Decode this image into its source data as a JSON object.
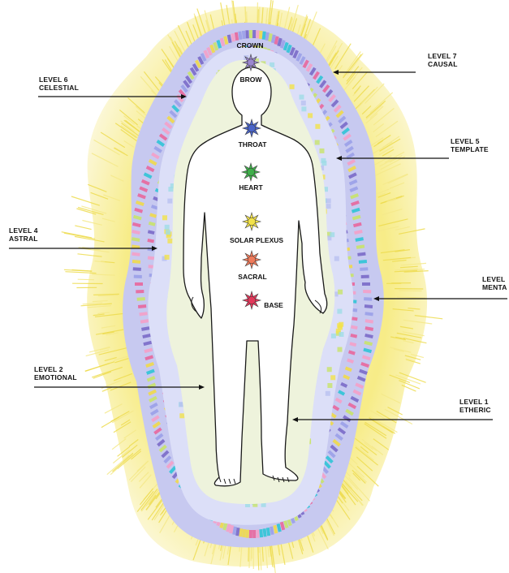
{
  "levels": [
    {
      "id": "level-7",
      "line1": "LEVEL 7",
      "line2": "CAUSAL"
    },
    {
      "id": "level-6",
      "line1": "LEVEL 6",
      "line2": "CELESTIAL"
    },
    {
      "id": "level-5",
      "line1": "LEVEL 5",
      "line2": "TEMPLATE"
    },
    {
      "id": "level-4",
      "line1": "LEVEL 4",
      "line2": "ASTRAL"
    },
    {
      "id": "level-3",
      "line1": "LEVEL",
      "line2": "MENTA"
    },
    {
      "id": "level-2",
      "line1": "LEVEL 2",
      "line2": "EMOTIONAL"
    },
    {
      "id": "level-1",
      "line1": "LEVEL 1",
      "line2": "ETHERIC"
    }
  ],
  "chakras": [
    {
      "id": "crown",
      "label": "CROWN",
      "color": "#9b87cf",
      "icon": "crown-star-icon"
    },
    {
      "id": "brow",
      "label": "BROW",
      "color": "#9b87cf",
      "icon": "brow-star-icon"
    },
    {
      "id": "throat",
      "label": "THROAT",
      "color": "#4a64c8",
      "icon": "throat-star-icon"
    },
    {
      "id": "heart",
      "label": "HEART",
      "color": "#3fae4a",
      "icon": "heart-star-icon"
    },
    {
      "id": "solar-plexus",
      "label": "SOLAR PLEXUS",
      "color": "#f2e24a",
      "icon": "solar-plexus-star-icon"
    },
    {
      "id": "sacral",
      "label": "SACRAL",
      "color": "#ef7a5a",
      "icon": "sacral-star-icon"
    },
    {
      "id": "base",
      "label": "BASE",
      "color": "#e2385a",
      "icon": "base-star-icon"
    }
  ],
  "aura_colors": {
    "outer_glow": "#f6ea7a",
    "band_palette": [
      "#2fc4d6",
      "#e8679c",
      "#f0d94a",
      "#7a6ac8",
      "#9aa0e8",
      "#c8e36a",
      "#f4a0c8"
    ],
    "inner_pale": "#d6dcf6",
    "inner_light": "#eef6d0"
  }
}
